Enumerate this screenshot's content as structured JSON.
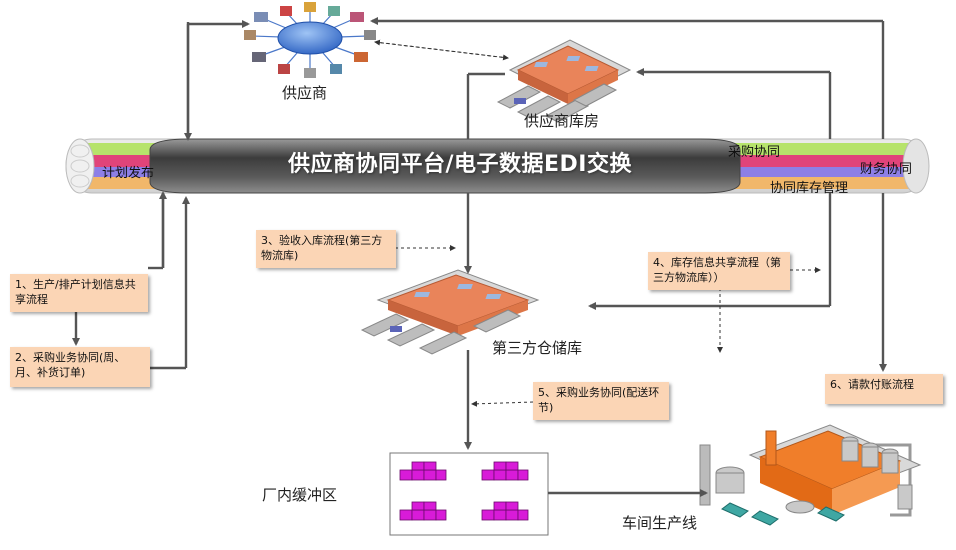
{
  "platform": {
    "title": "供应商协同平台/电子数据EDI交换",
    "stripes": {
      "plan_release": "计划发布",
      "procurement": "采购协同",
      "finance": "财务协同",
      "inventory": "协同库存管理"
    }
  },
  "nodes": {
    "supplier": "供应商",
    "supplier_warehouse": "供应商库房",
    "third_party_warehouse": "第三方仓储库",
    "factory_buffer": "厂内缓冲区",
    "production_line": "车间生产线"
  },
  "notes": {
    "n1": "1、生产/排产计划信息共享流程",
    "n2": "2、采购业务协同(周、月、补货订单)",
    "n3": "3、验收入库流程(第三方物流库)",
    "n4": "4、库存信息共享流程（第三方物流库））",
    "n5": "5、采购业务协同(配送环节)",
    "n6": "6、请款付账流程"
  },
  "colors": {
    "stripe_green": "#b6e36b",
    "stripe_red": "#e0447a",
    "stripe_blue": "#8d7fe6",
    "stripe_orange": "#f1b76a",
    "note_bg": "#fbd5b5",
    "warehouse_orange": "#e9845a",
    "box_magenta": "#d81bd8"
  }
}
